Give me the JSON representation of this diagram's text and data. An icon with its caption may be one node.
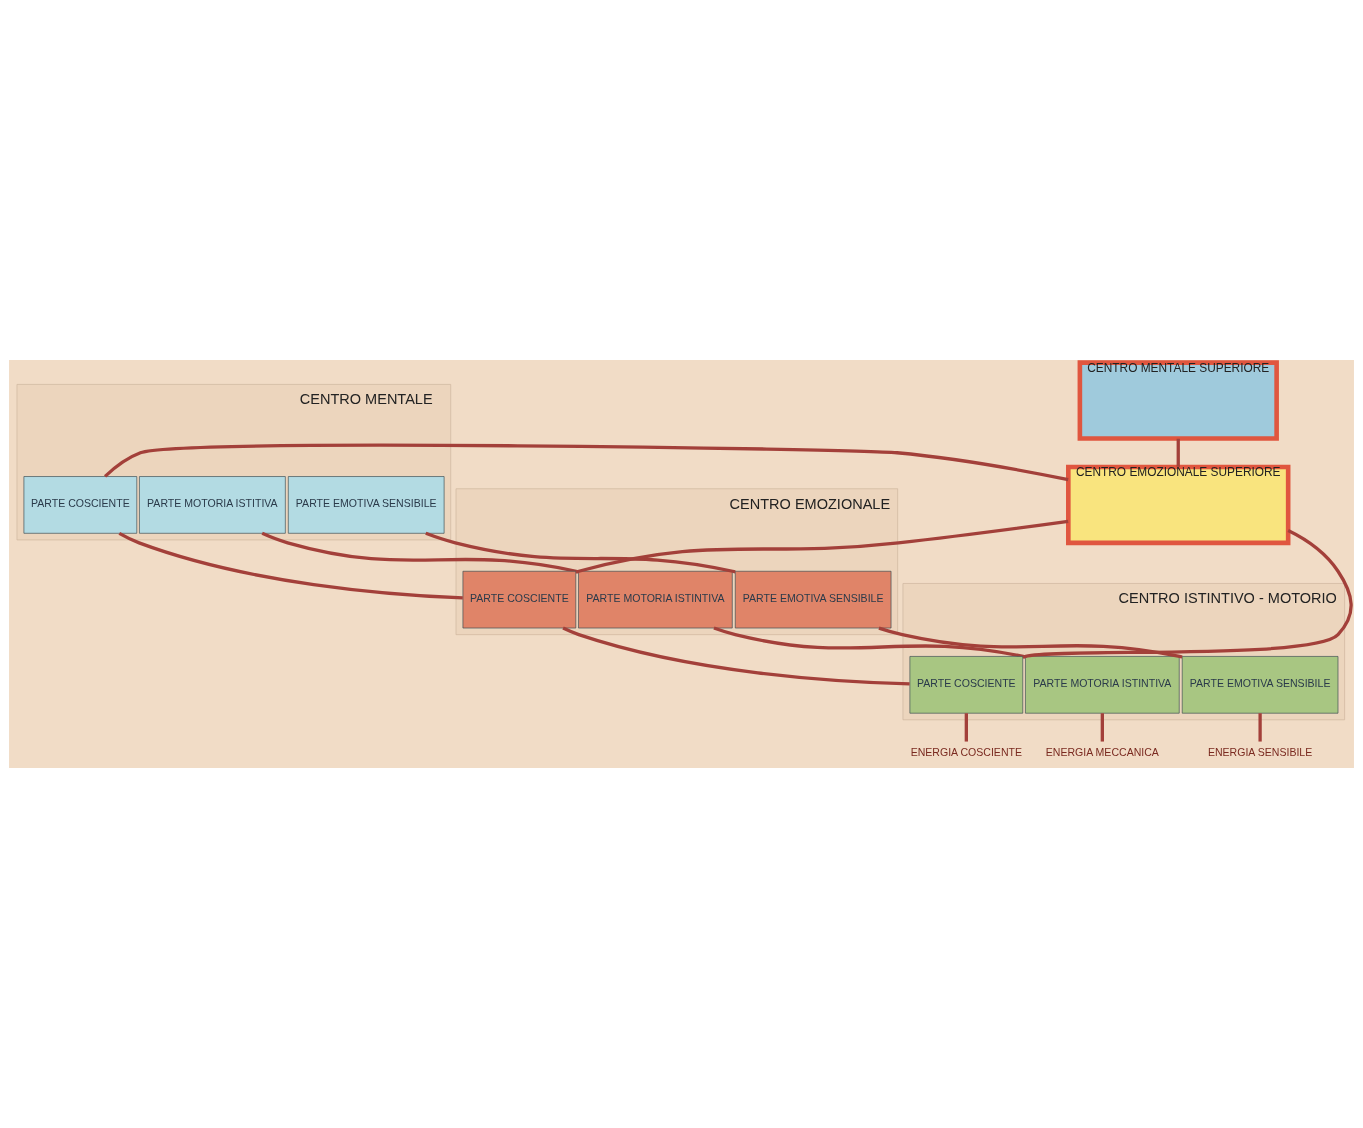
{
  "diagram": {
    "nodes": [
      {
        "text": [
          "CENTRO MENTALE"
        ]
      },
      {
        "text": [
          "PARTE MOTORIA ISTITIVA"
        ],
        "in": 0
      },
      {
        "text": [
          "PARTE EMOTIVA SENSIBILE"
        ],
        "in": 0
      },
      {
        "text": [
          "PARTE COSCIENTE"
        ],
        "in": 0
      },
      {
        "text": [
          "CENTRO EMOZIONALE"
        ]
      },
      {
        "text": [
          "PARTE MOTORIA ISTINTIVA"
        ],
        "in": 4
      },
      {
        "text": [
          "PARTE EMOTIVA SENSIBILE"
        ],
        "in": 4
      },
      {
        "text": [
          "PARTE COSCIENTE"
        ],
        "in": 4
      },
      {
        "text": [
          "CENTRO ISTINTIVO - MOTORIO"
        ]
      },
      {
        "text": [
          "PARTE MOTORIA ISTINTIVA"
        ],
        "in": 8
      },
      {
        "text": [
          "PARTE EMOTIVA SENSIBILE"
        ],
        "in": 8
      },
      {
        "text": [
          "PARTE COSCIENTE"
        ],
        "in": 8
      },
      {
        "text": [
          "CENTRO MENTALE SUPERIORE"
        ]
      },
      {
        "text": [
          "CENTRO EMOZIONALE SUPERIORE"
        ]
      },
      {
        "text": [
          "ENERGIA MECCANICA"
        ]
      },
      {
        "text": [
          "ENERGIA SENSIBILE"
        ]
      },
      {
        "text": [
          "ENERGIA COSCIENTE"
        ]
      }
    ],
    "edges": [
      {
        "from": 1,
        "to": 5,
        "arrow": "none"
      },
      {
        "from": 2,
        "to": 6,
        "arrow": "none"
      },
      {
        "from": 3,
        "to": 7,
        "arrow": "none"
      },
      {
        "from": 5,
        "to": 9,
        "arrow": "none"
      },
      {
        "from": 6,
        "to": 10,
        "arrow": "none"
      },
      {
        "from": 7,
        "to": 11,
        "arrow": "none"
      },
      {
        "from": 9,
        "to": 14,
        "arrow": "none"
      },
      {
        "from": 10,
        "to": 15,
        "arrow": "none"
      },
      {
        "from": 11,
        "to": 16,
        "arrow": "none"
      },
      {
        "from": 12,
        "to": 13,
        "arrow": "none"
      },
      {
        "from": 3,
        "to": 13,
        "arrow": "none"
      },
      {
        "from": 7,
        "to": 13,
        "arrow": "none"
      },
      {
        "from": 11,
        "to": 13,
        "arrow": "none"
      }
    ]
  }
}
